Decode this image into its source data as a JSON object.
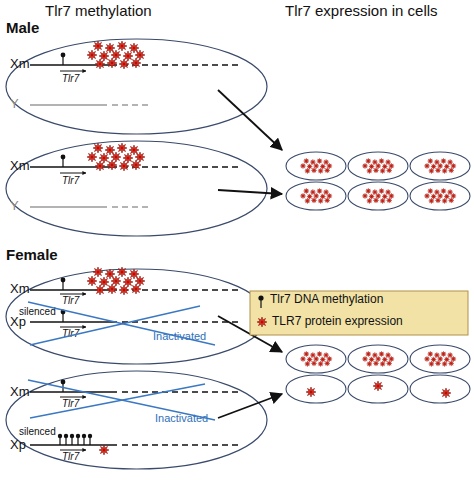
{
  "diagram": {
    "nodes": [
      {
        "text": [
          "Xm",
          "Tlr7",
          "Y"
        ]
      },
      {
        "text": [
          "Xm",
          "Tlr7",
          "Y"
        ]
      },
      {
        "text": [
          "Xm",
          "Tlr7",
          "silenced",
          "Xp",
          "Tlr7",
          "Inactivated"
        ]
      },
      {
        "text": [
          "Xm",
          "Tlr7",
          "Inactivated",
          "silenced",
          "Xp",
          "Tlr7"
        ]
      }
    ],
    "labels": [
      "Tlr7 methylation",
      "Tlr7 expression in cells",
      "Male",
      "Female"
    ],
    "legend": [
      {
        "text": "Tlr7 DNA methylation"
      },
      {
        "text": "TLR7 protein expression"
      }
    ]
  }
}
